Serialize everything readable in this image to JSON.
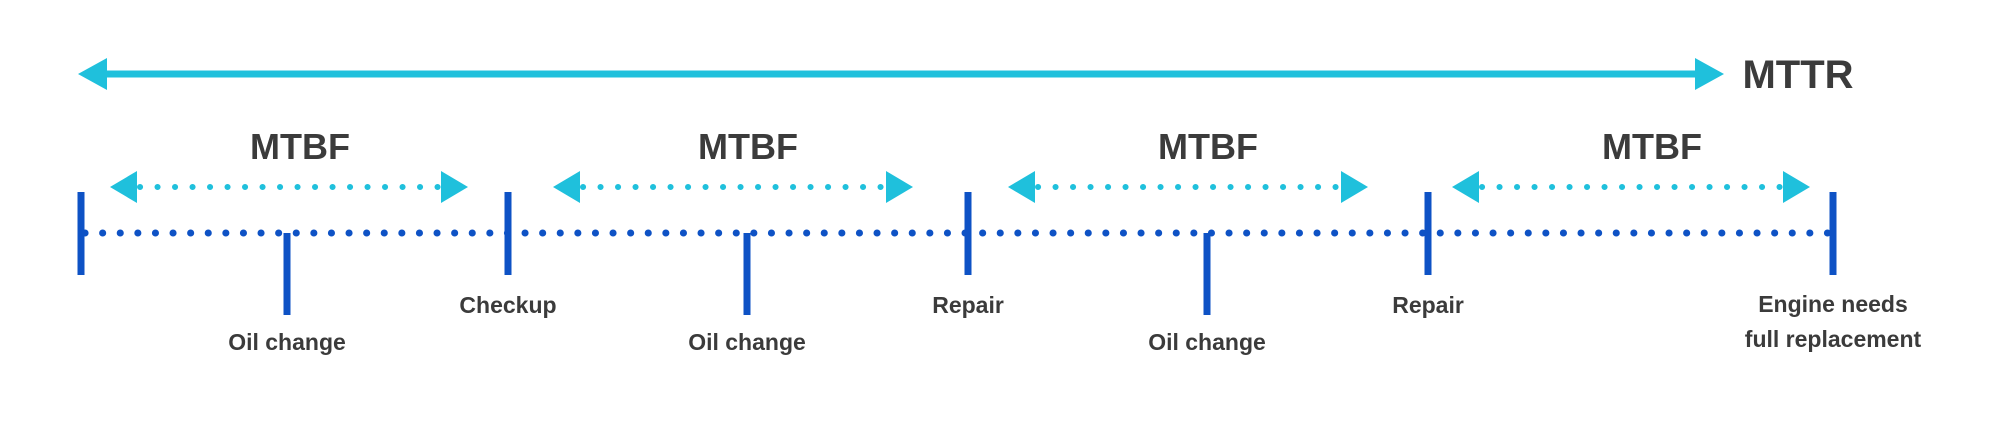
{
  "colors": {
    "cyan": "#1FC0DC",
    "blue": "#0E52C5",
    "text": "#3B3B3B"
  },
  "title_arrow": {
    "label": "MTTR"
  },
  "mtbf_segments": [
    {
      "label": "MTBF"
    },
    {
      "label": "MTBF"
    },
    {
      "label": "MTBF"
    },
    {
      "label": "MTBF"
    }
  ],
  "events": {
    "dividers": [
      {
        "label": ""
      },
      {
        "label": "Checkup"
      },
      {
        "label": "Repair"
      },
      {
        "label": "Repair"
      },
      {
        "label_line1": "Engine needs",
        "label_line2": "full replacement"
      }
    ],
    "midpoints": [
      {
        "label": "Oil change"
      },
      {
        "label": "Oil change"
      },
      {
        "label": "Oil change"
      }
    ]
  }
}
